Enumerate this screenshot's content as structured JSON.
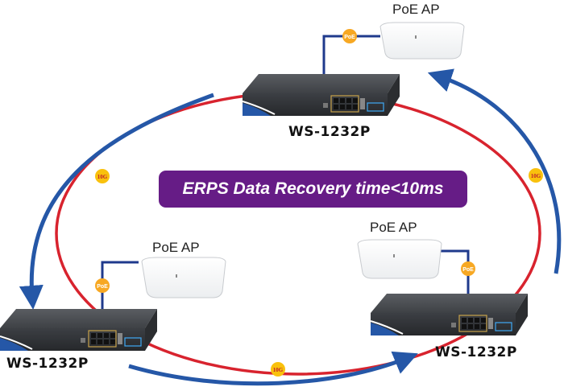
{
  "banner": {
    "text": "ERPS Data Recovery time<10ms",
    "bg_color": "#661c86"
  },
  "switches": [
    {
      "id": "top",
      "label": "WS-1232P"
    },
    {
      "id": "left",
      "label": "WS-1232P"
    },
    {
      "id": "right",
      "label": "WS-1232P"
    }
  ],
  "access_points": [
    {
      "id": "top",
      "label": "PoE AP"
    },
    {
      "id": "left",
      "label": "PoE AP"
    },
    {
      "id": "right",
      "label": "PoE AP"
    }
  ],
  "badges": {
    "poe": "PoE",
    "link_speed": "10G"
  },
  "colors": {
    "ring": "#d8232e",
    "arrow": "#2557a7",
    "poe_cable": "#1f3a8c",
    "badge": "#f7a823",
    "badge_10g": "#f9c10d",
    "badge_10g_text": "#c0202b"
  }
}
